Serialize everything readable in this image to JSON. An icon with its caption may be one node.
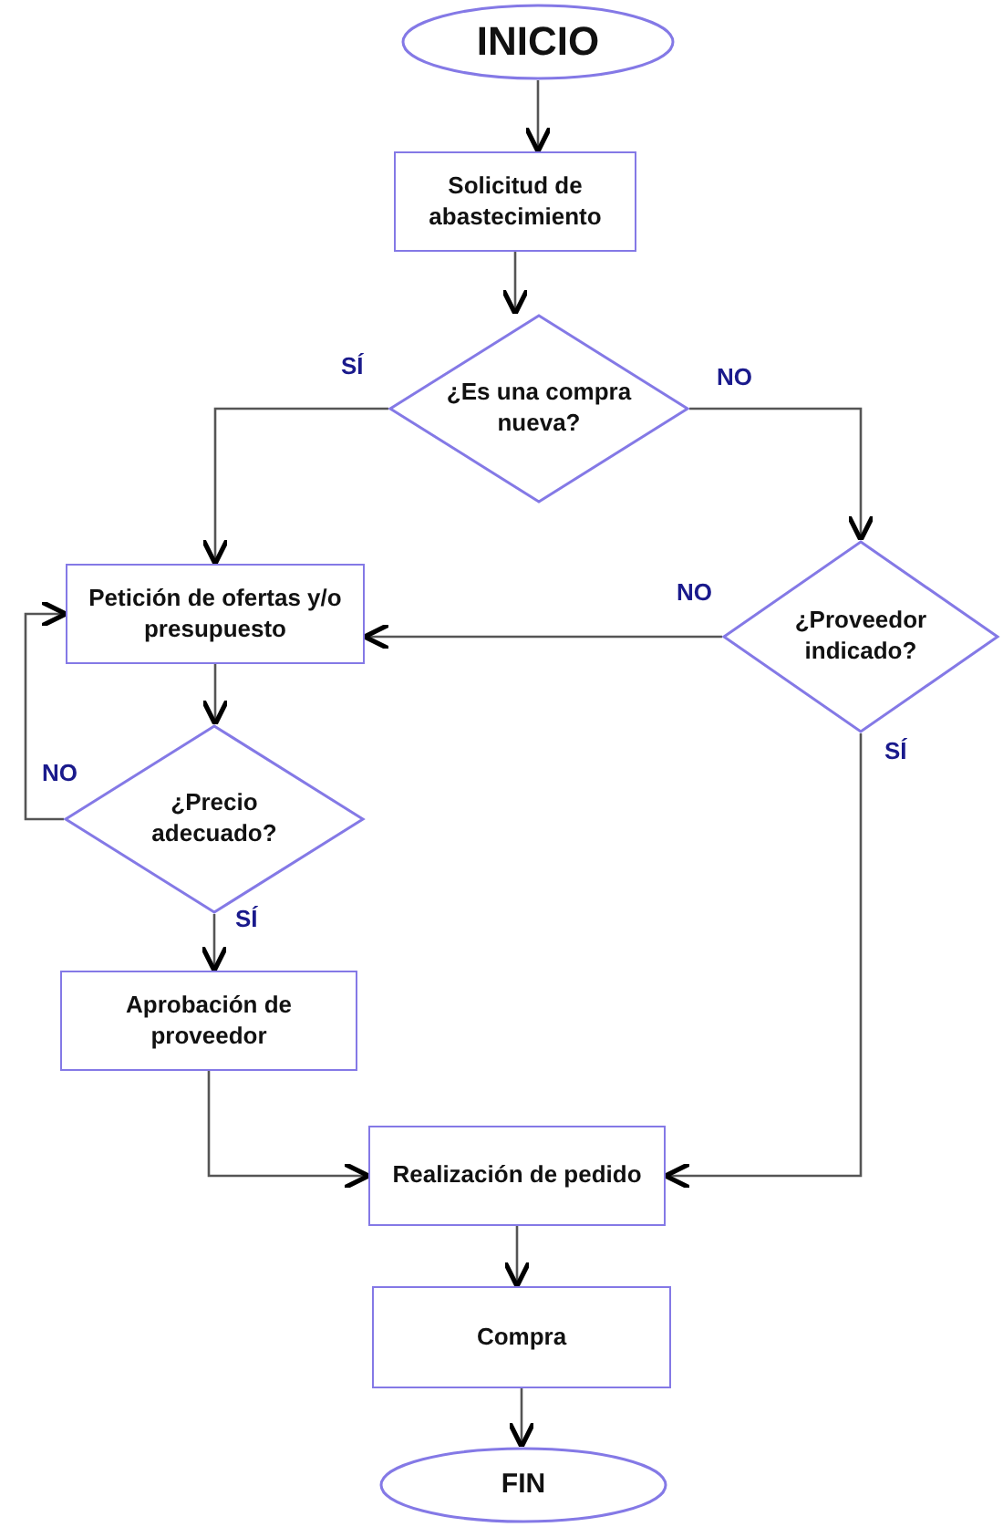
{
  "diagram": {
    "nodes": [
      {
        "text": [
          "INICIO"
        ]
      },
      {
        "text": [
          "Solicitud de abastecimiento"
        ]
      },
      {
        "text": [
          "¿Es una compra nueva?"
        ]
      },
      {
        "text": [
          "Petición de ofertas y/o presupuesto"
        ]
      },
      {
        "text": [
          "¿Proveedor indicado?"
        ]
      },
      {
        "text": [
          "¿Precio adecuado?"
        ]
      },
      {
        "text": [
          "Aprobación de proveedor"
        ]
      },
      {
        "text": [
          "Realización de pedido"
        ]
      },
      {
        "text": [
          "Compra"
        ]
      },
      {
        "text": [
          "FIN"
        ]
      }
    ],
    "edges": [
      {
        "from": 0,
        "to": 1,
        "arrow": "to"
      },
      {
        "from": 1,
        "to": 2,
        "arrow": "to"
      },
      {
        "from": 2,
        "to": 3,
        "arrow": "to",
        "label": "SÍ"
      },
      {
        "from": 2,
        "to": 4,
        "arrow": "to",
        "label": "NO"
      },
      {
        "from": 4,
        "to": 3,
        "arrow": "to",
        "label": "NO"
      },
      {
        "from": 4,
        "to": 7,
        "arrow": "to",
        "label": "SÍ"
      },
      {
        "from": 3,
        "to": 5,
        "arrow": "to"
      },
      {
        "from": 5,
        "to": 3,
        "arrow": "to",
        "label": "NO"
      },
      {
        "from": 5,
        "to": 6,
        "arrow": "to",
        "label": "SÍ"
      },
      {
        "from": 6,
        "to": 7,
        "arrow": "to"
      },
      {
        "from": 7,
        "to": 8,
        "arrow": "to"
      },
      {
        "from": 8,
        "to": 9,
        "arrow": "to"
      }
    ]
  }
}
